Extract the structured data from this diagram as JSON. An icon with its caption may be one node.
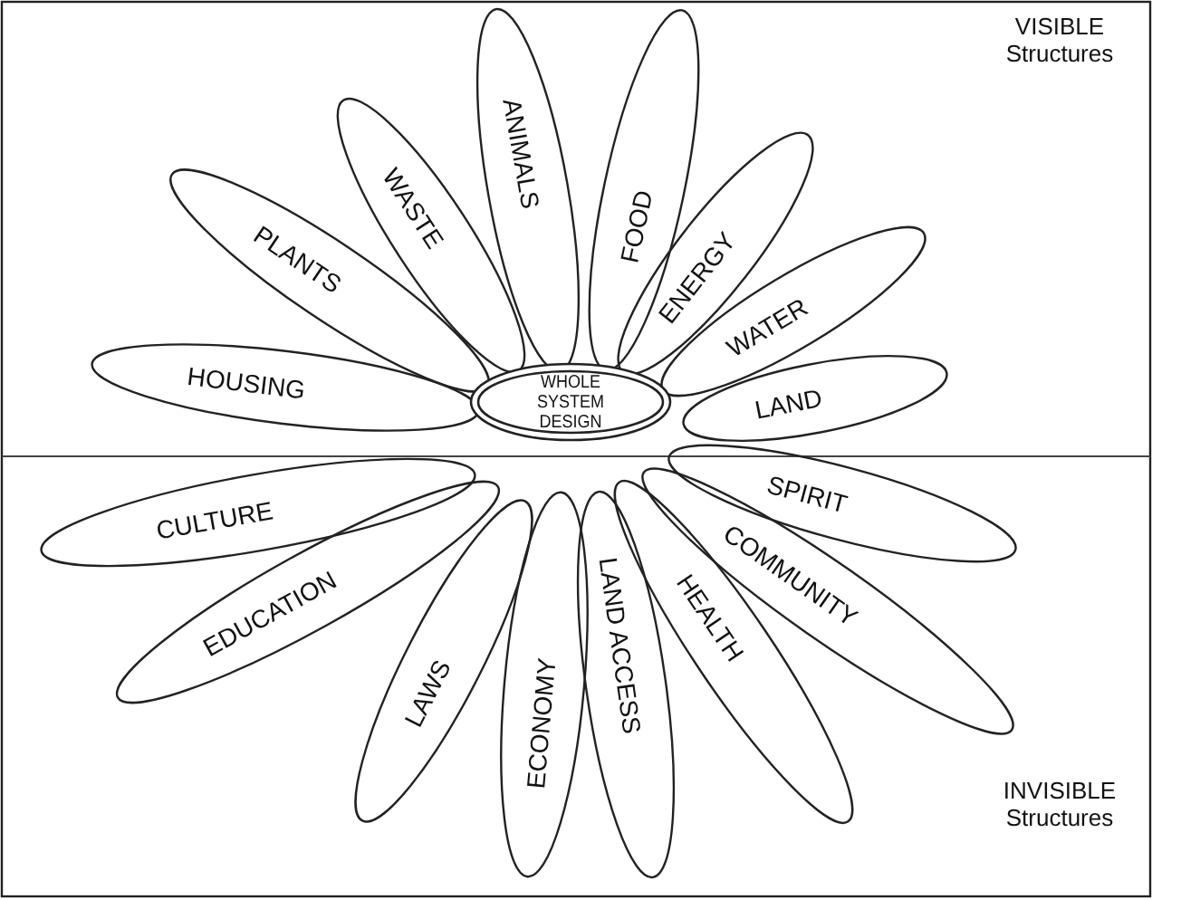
{
  "diagram": {
    "nodes": [
      {
        "text": [
          "ANIMALS"
        ]
      },
      {
        "text": [
          "FOOD"
        ]
      },
      {
        "text": [
          "WASTE"
        ]
      },
      {
        "text": [
          "ENERGY"
        ]
      },
      {
        "text": [
          "PLANTS"
        ]
      },
      {
        "text": [
          "WATER"
        ]
      },
      {
        "text": [
          "HOUSING"
        ]
      },
      {
        "text": [
          "LAND"
        ]
      },
      {
        "text": [
          "WHOLE SYSTEM DESIGN"
        ]
      },
      {
        "text": [
          "CULTURE"
        ]
      },
      {
        "text": [
          "SPIRIT"
        ]
      },
      {
        "text": [
          "EDUCATION"
        ]
      },
      {
        "text": [
          "COMMUNITY"
        ]
      },
      {
        "text": [
          "LAWS"
        ]
      },
      {
        "text": [
          "HEALTH"
        ]
      },
      {
        "text": [
          "ECONOMY"
        ]
      },
      {
        "text": [
          "LAND ACCESS"
        ]
      }
    ],
    "labels": [
      "VISIBLE Structures",
      "INVISIBLE Structures"
    ]
  }
}
